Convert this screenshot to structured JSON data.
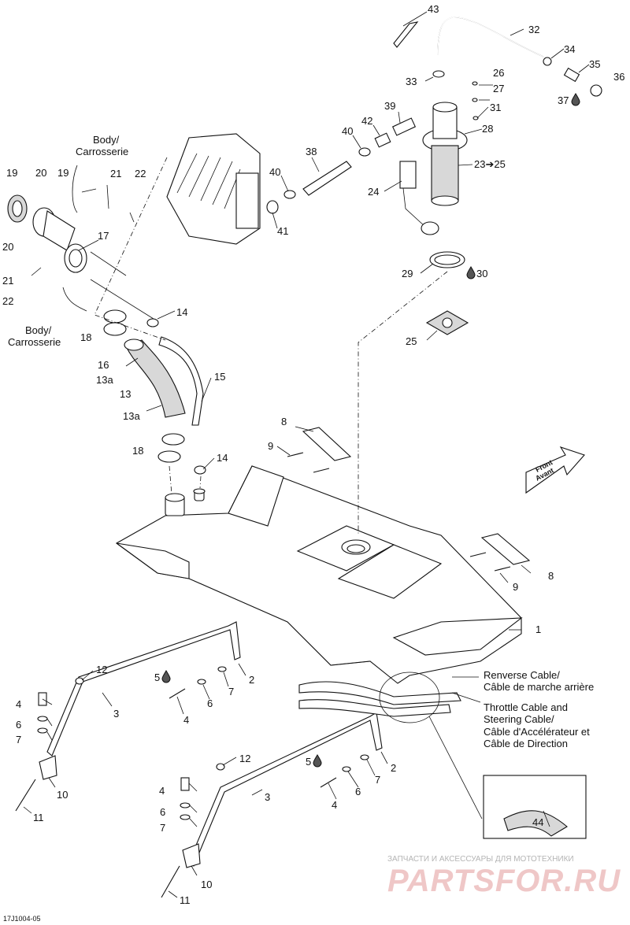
{
  "callouts": {
    "c1": "1",
    "c2a": "2",
    "c2b": "2",
    "c3a": "3",
    "c3b": "3",
    "c4a": "4",
    "c4b": "4",
    "c4c": "4",
    "c4d": "4",
    "c5a": "5",
    "c5b": "5",
    "c6a": "6",
    "c6b": "6",
    "c6c": "6",
    "c6d": "6",
    "c7a": "7",
    "c7b": "7",
    "c7c": "7",
    "c7d": "7",
    "c8a": "8",
    "c8b": "8",
    "c9a": "9",
    "c9b": "9",
    "c10a": "10",
    "c10b": "10",
    "c11a": "11",
    "c11b": "11",
    "c12a": "12",
    "c12b": "12",
    "c13": "13",
    "c13a1": "13a",
    "c13a2": "13a",
    "c14a": "14",
    "c14b": "14",
    "c15": "15",
    "c16": "16",
    "c17": "17",
    "c18a": "18",
    "c18b": "18",
    "c19a": "19",
    "c19b": "19",
    "c20a": "20",
    "c20b": "20",
    "c21a": "21",
    "c21b": "21",
    "c22a": "22",
    "c22b": "22",
    "c23": "23➔25",
    "c24": "24",
    "c25": "25",
    "c26": "26",
    "c27": "27",
    "c28": "28",
    "c29": "29",
    "c30": "30",
    "c31": "31",
    "c32": "32",
    "c33": "33",
    "c34": "34",
    "c35": "35",
    "c36": "36",
    "c37": "37",
    "c38": "38",
    "c39": "39",
    "c40a": "40",
    "c40b": "40",
    "c41": "41",
    "c42": "42",
    "c43": "43",
    "c44": "44"
  },
  "notes": {
    "body_top_1": "Body/",
    "body_top_2": "Carrosserie",
    "body_bottom_1": "Body/",
    "body_bottom_2": "Carrosserie",
    "reverse_cable_1": "Renverse Cable/",
    "reverse_cable_2": "Câble de marche arrière",
    "throttle_1": "Throttle Cable and",
    "throttle_2": "Steering Cable/",
    "throttle_3": "Câble d'Accélérateur et",
    "throttle_4": "Câble de Direction"
  },
  "front_arrow": {
    "line1": "Front",
    "line2": "Avant"
  },
  "drawing_id": "17J1004-05",
  "watermark": {
    "line1": "ЗАПЧАСТИ И АКСЕССУАРЫ ДЛЯ МОТОТЕХНИКИ",
    "line2": "PARTSFOR.RU"
  },
  "icons": {
    "sealant": "drop-icon"
  }
}
